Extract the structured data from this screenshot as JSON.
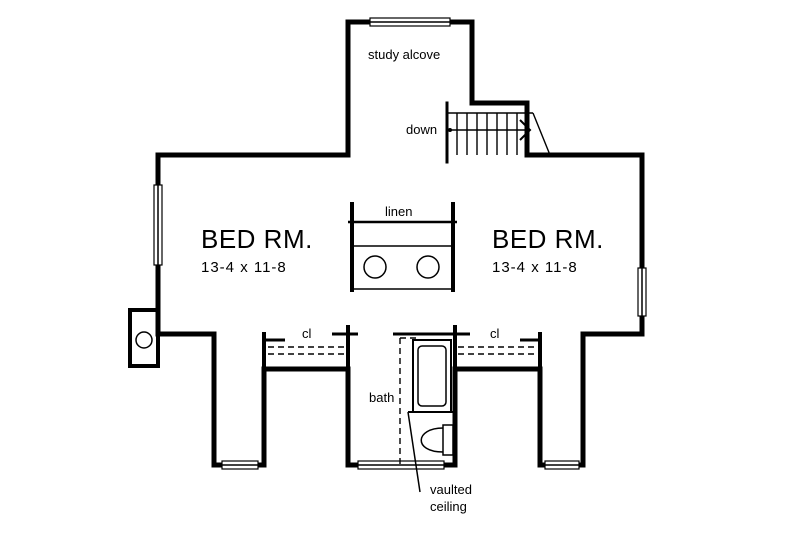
{
  "labels": {
    "study": "study alcove",
    "down": "down",
    "bed_left": "BED RM.",
    "bed_left_dim": "13-4 x 11-8",
    "bed_right": "BED RM.",
    "bed_right_dim": "13-4 x 11-8",
    "linen": "linen",
    "closet_left": "cl",
    "closet_right": "cl",
    "bath": "bath",
    "vaulted_1": "vaulted",
    "vaulted_2": "ceiling"
  }
}
